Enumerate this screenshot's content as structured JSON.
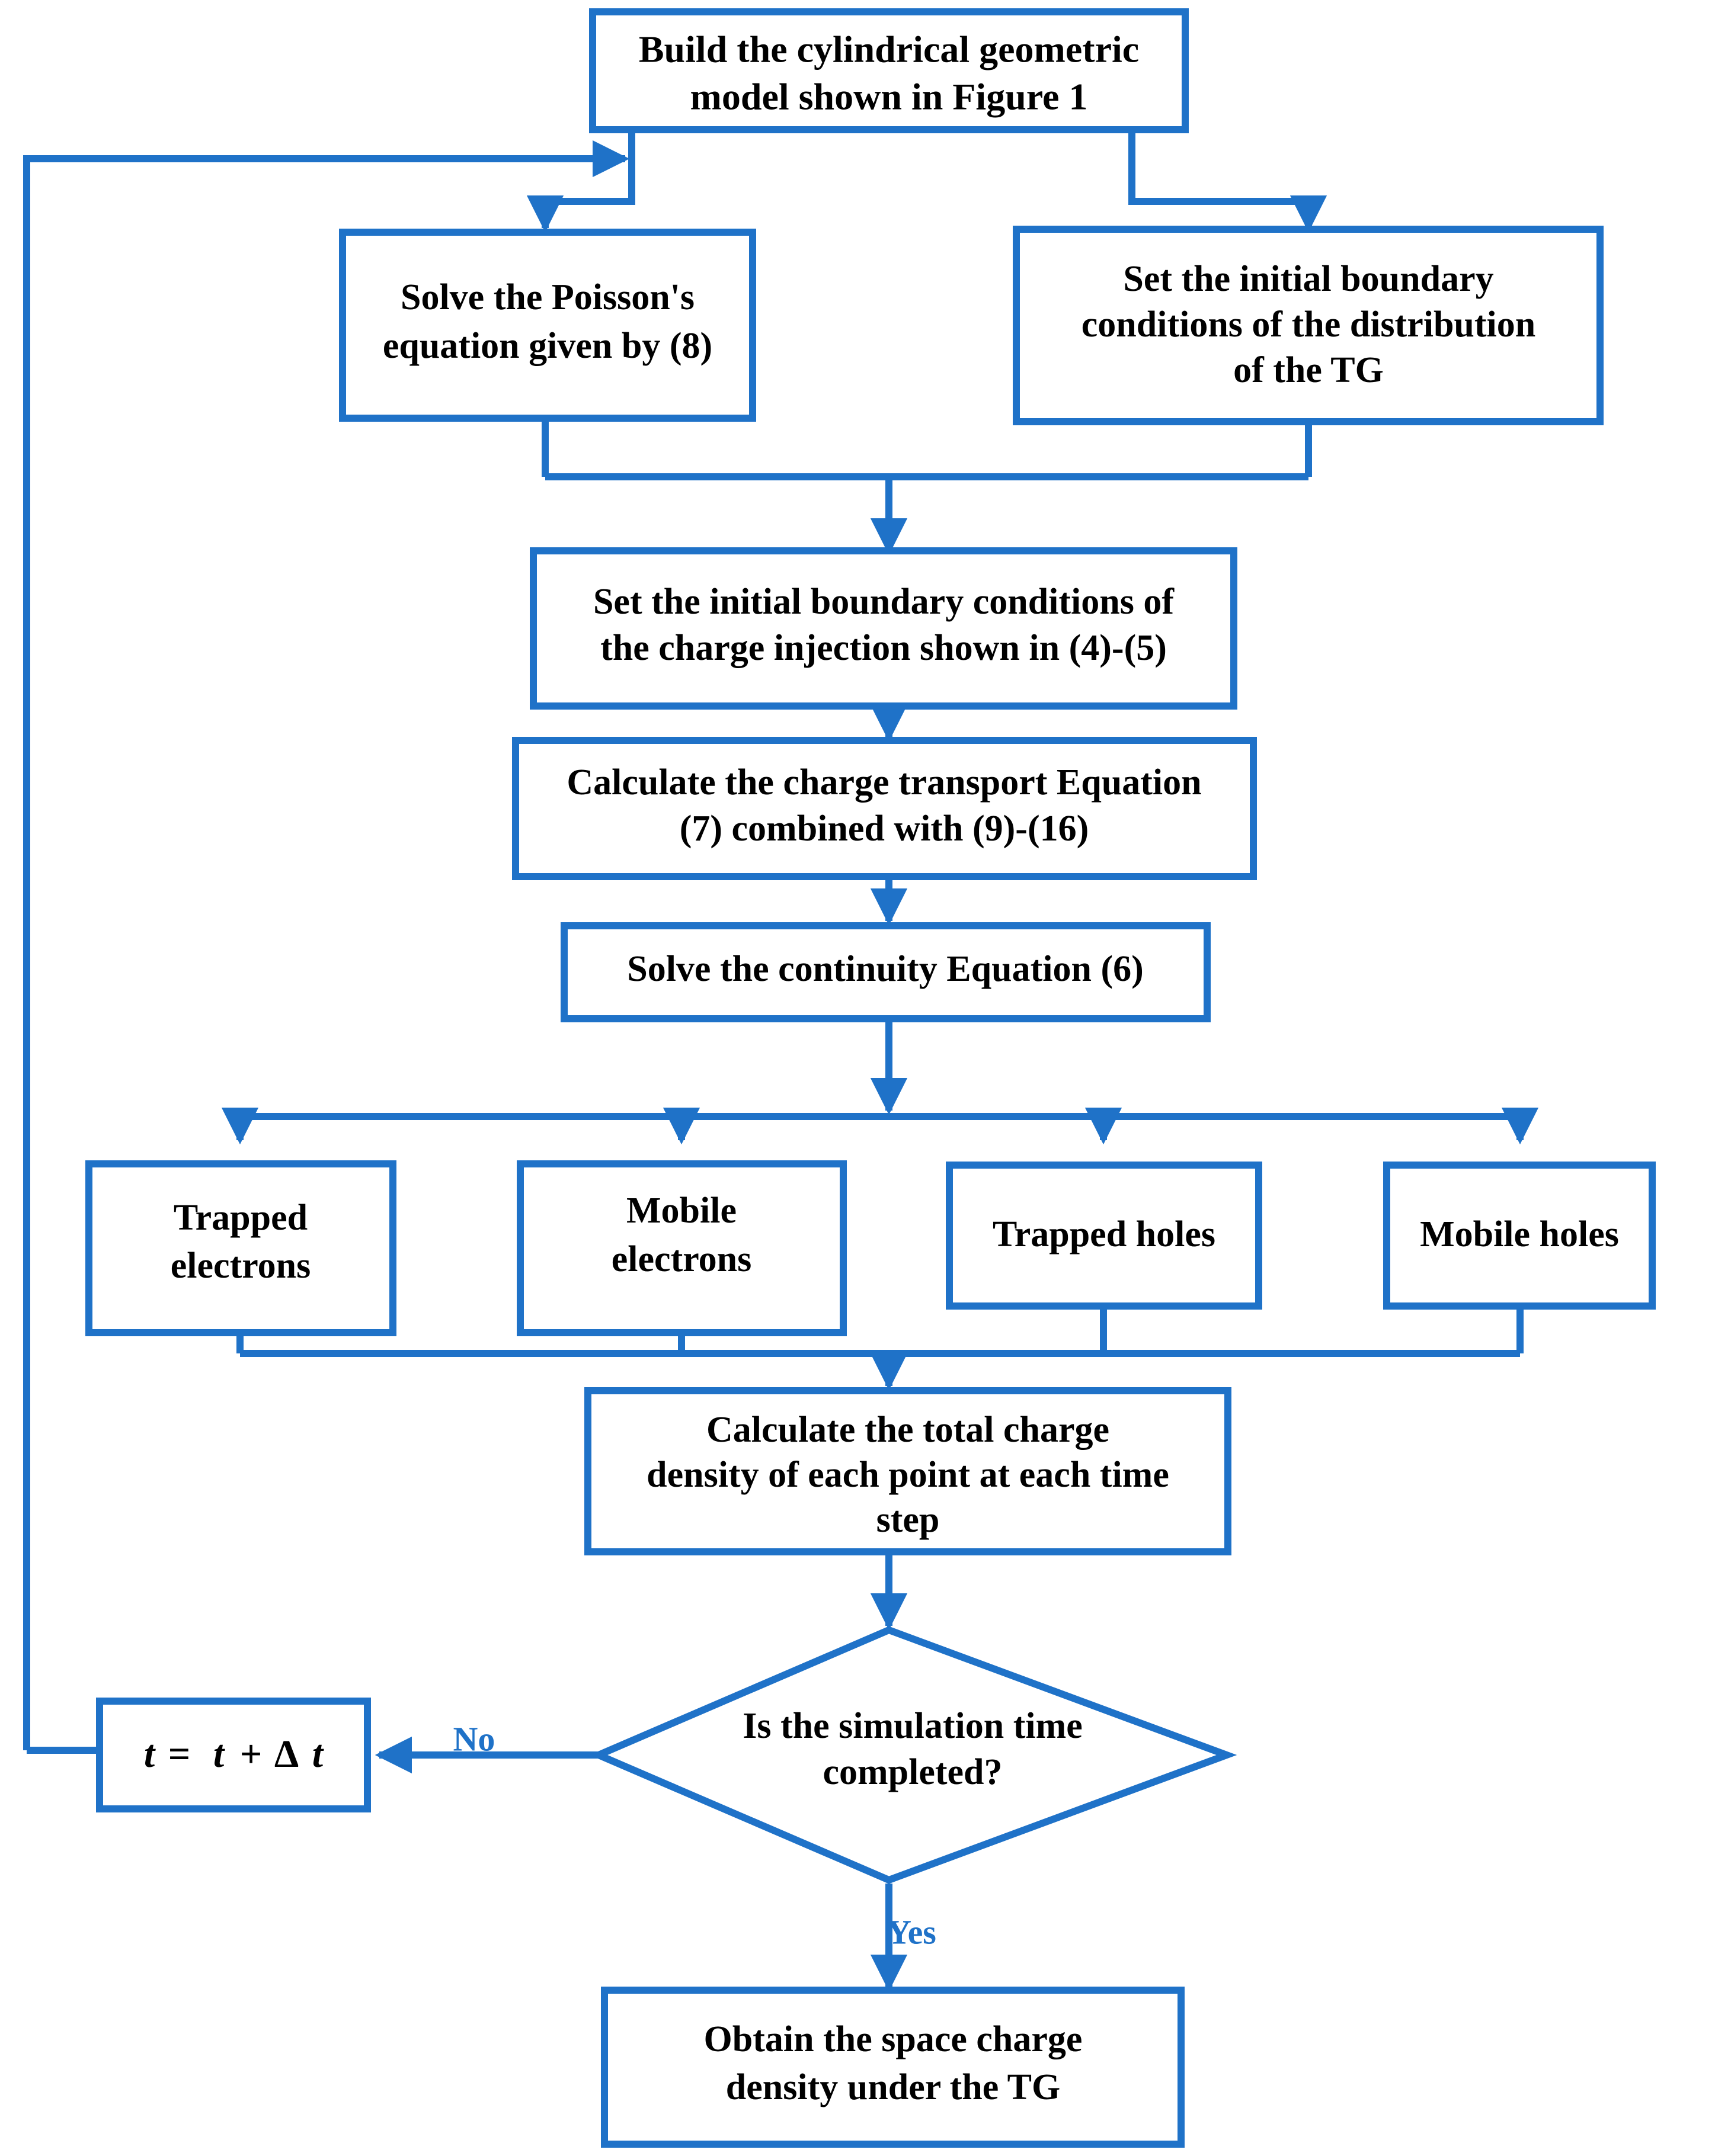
{
  "diagram": {
    "type": "flowchart",
    "title": "Space charge simulation flowchart",
    "colors": {
      "line": "#1F72C8",
      "box_fill": "#FFFFFF",
      "text": "#000000",
      "label": "#1F72C8"
    },
    "nodes": [
      {
        "id": "build-model",
        "shape": "rectangle",
        "lines": [
          "Build the cylindrical geometric",
          "model shown in Figure 1"
        ]
      },
      {
        "id": "solve-poisson",
        "shape": "rectangle",
        "lines": [
          "Solve the Poisson's",
          "equation given by (8)"
        ]
      },
      {
        "id": "set-tg-boundary",
        "shape": "rectangle",
        "lines": [
          "Set the initial boundary",
          "conditions of the distribution",
          "of the TG"
        ]
      },
      {
        "id": "set-injection-boundary",
        "shape": "rectangle",
        "lines": [
          "Set the initial boundary conditions of",
          "the charge injection shown in (4)-(5)"
        ]
      },
      {
        "id": "calc-transport",
        "shape": "rectangle",
        "lines": [
          "Calculate the charge transport Equation",
          "(7) combined with (9)-(16)"
        ]
      },
      {
        "id": "solve-continuity",
        "shape": "rectangle",
        "lines": [
          "Solve the continuity Equation (6)"
        ]
      },
      {
        "id": "trapped-electrons",
        "shape": "rectangle",
        "lines": [
          "Trapped",
          "electrons"
        ]
      },
      {
        "id": "mobile-electrons",
        "shape": "rectangle",
        "lines": [
          "Mobile",
          "electrons"
        ]
      },
      {
        "id": "trapped-holes",
        "shape": "rectangle",
        "lines": [
          "Trapped holes"
        ]
      },
      {
        "id": "mobile-holes",
        "shape": "rectangle",
        "lines": [
          "Mobile holes"
        ]
      },
      {
        "id": "calc-total-density",
        "shape": "rectangle",
        "lines": [
          "Calculate the total charge",
          "density of each point at each time",
          "step"
        ]
      },
      {
        "id": "decision-sim-time",
        "shape": "diamond",
        "lines": [
          "Is the simulation time",
          "completed?"
        ]
      },
      {
        "id": "time-step",
        "shape": "rectangle",
        "formula": {
          "prefix": "t",
          "eq": "=",
          "middle": "t",
          "plus": "+",
          "delta": "Δ",
          "suffix": "t"
        },
        "lines": [
          "t =  t + Δ t"
        ]
      },
      {
        "id": "obtain-result",
        "shape": "rectangle",
        "lines": [
          "Obtain the space charge",
          "density under the TG"
        ]
      }
    ],
    "edge_labels": {
      "no": "No",
      "yes": "Yes"
    }
  }
}
